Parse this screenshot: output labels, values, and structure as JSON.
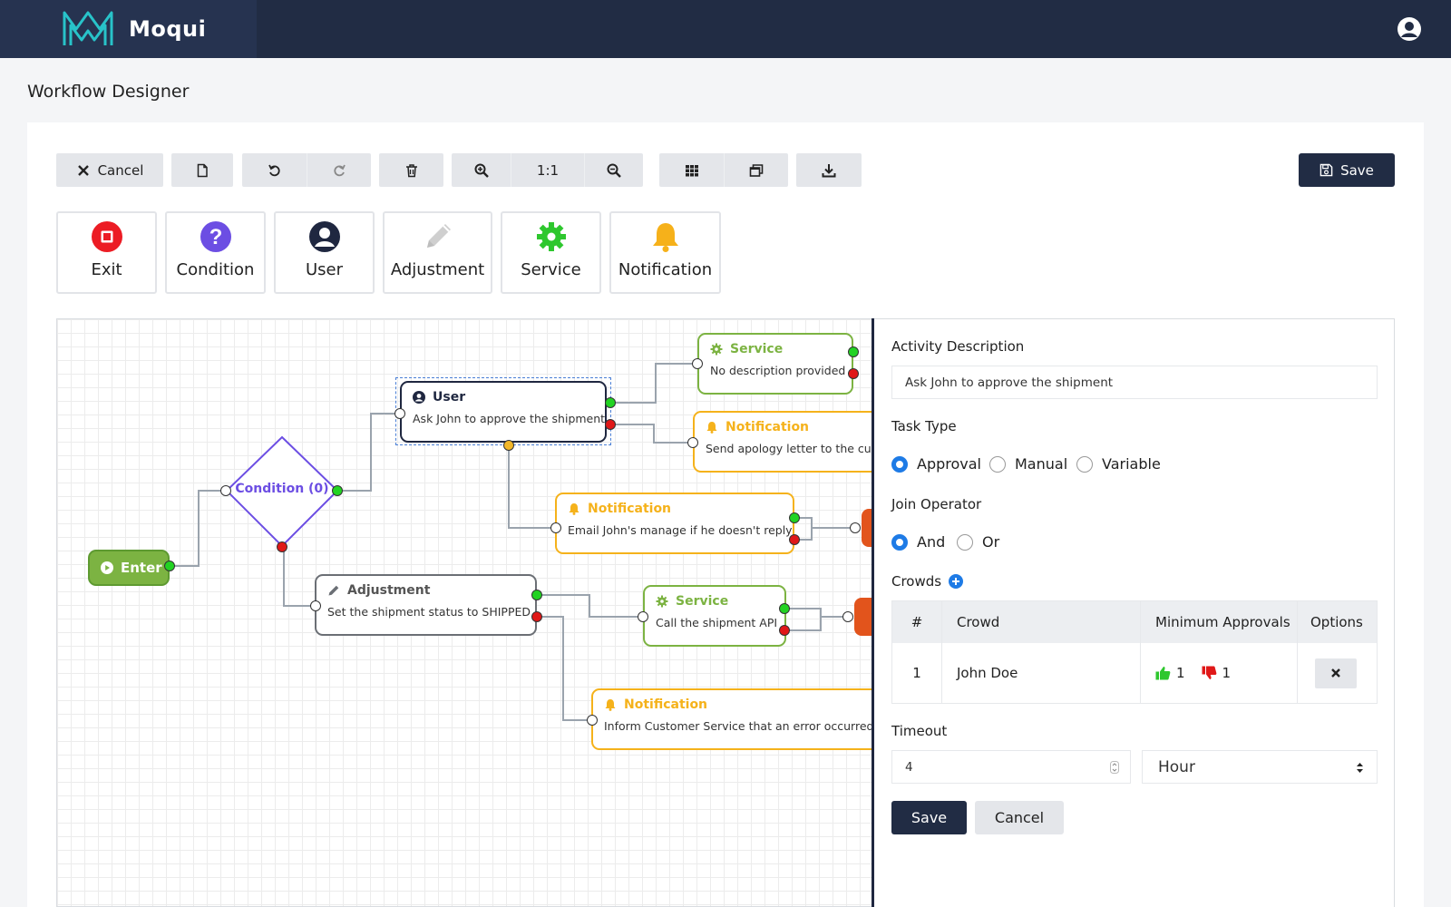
{
  "app": {
    "name": "Moqui"
  },
  "page": {
    "title": "Workflow Designer"
  },
  "toolbar": {
    "cancel_label": "Cancel",
    "zoom_label": "1:1",
    "save_label": "Save"
  },
  "palette": [
    {
      "label": "Exit",
      "icon": "stop-icon",
      "color": "#ec1c24"
    },
    {
      "label": "Condition",
      "icon": "question-icon",
      "color": "#6c4ee3"
    },
    {
      "label": "User",
      "icon": "user-icon",
      "color": "#1f2740"
    },
    {
      "label": "Adjustment",
      "icon": "pencil-icon",
      "color": "#c9c9c9"
    },
    {
      "label": "Service",
      "icon": "gear-icon",
      "color": "#2ec72e"
    },
    {
      "label": "Notification",
      "icon": "bell-icon",
      "color": "#f6b11a"
    }
  ],
  "nodes": {
    "enter": {
      "title": "Enter"
    },
    "condition": {
      "title": "Condition (0)"
    },
    "user": {
      "title": "User",
      "desc": "Ask John to approve the shipment"
    },
    "service1": {
      "title": "Service",
      "desc": "No description provided"
    },
    "notification1": {
      "title": "Notification",
      "desc": "Send apology letter to the cust"
    },
    "notification2": {
      "title": "Notification",
      "desc": "Email John's manage if he doesn't reply"
    },
    "adjustment": {
      "title": "Adjustment",
      "desc": "Set the shipment status to SHIPPED"
    },
    "service2": {
      "title": "Service",
      "desc": "Call the shipment API"
    },
    "notification3": {
      "title": "Notification",
      "desc": "Inform Customer Service that an error occurred"
    }
  },
  "colors": {
    "navbar": "#212c44",
    "service": "#7cb342",
    "notification": "#f5b21b",
    "condition": "#6c4ee3",
    "exit": "#e2541c",
    "accent": "#1e7be6"
  },
  "props": {
    "activity_label": "Activity Description",
    "activity_value": "Ask John to approve the shipment",
    "task_type_label": "Task Type",
    "task_types": [
      "Approval",
      "Manual",
      "Variable"
    ],
    "task_type_selected": "Approval",
    "join_label": "Join Operator",
    "join_ops": [
      "And",
      "Or"
    ],
    "join_selected": "And",
    "crowds_label": "Crowds",
    "crowd_columns": [
      "#",
      "Crowd",
      "Minimum Approvals",
      "Options"
    ],
    "crowds": [
      {
        "num": "1",
        "name": "John Doe",
        "approve": "1",
        "reject": "1"
      }
    ],
    "timeout_label": "Timeout",
    "timeout_value": "4",
    "timeout_unit": "Hour",
    "save_label": "Save",
    "cancel_label": "Cancel"
  }
}
